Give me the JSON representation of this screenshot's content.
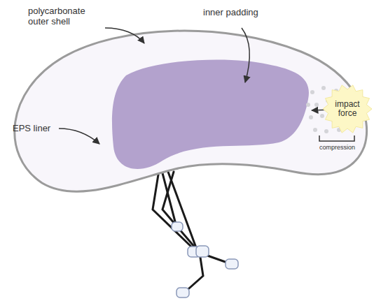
{
  "diagram": {
    "nodes": [
      {
        "text": [
          "impact force"
        ]
      }
    ],
    "labels": [
      "polycarbonate outer shell",
      "inner padding",
      "EPS liner",
      "compression"
    ]
  }
}
